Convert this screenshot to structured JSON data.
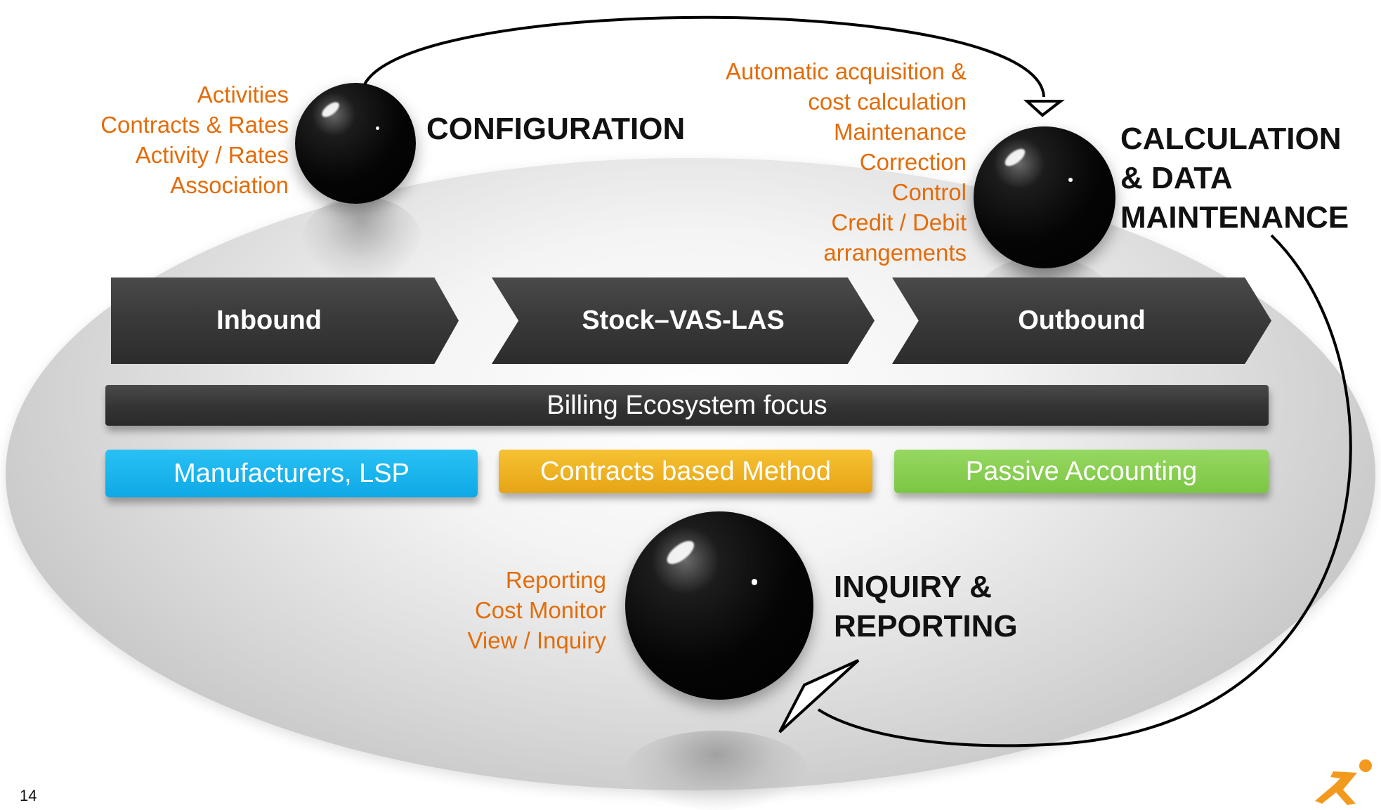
{
  "config": {
    "heading": "CONFIGURATION",
    "items": [
      "Activities",
      "Contracts & Rates",
      "Activity / Rates",
      "Association"
    ]
  },
  "calculation": {
    "heading_lines": [
      "CALCULATION",
      "& DATA",
      "MAINTENANCE"
    ],
    "items": [
      "Automatic acquisition &",
      "cost calculation",
      "Maintenance",
      "Correction",
      "Control",
      "Credit / Debit",
      "arrangements"
    ]
  },
  "inquiry": {
    "heading_lines": [
      "INQUIRY &",
      "REPORTING"
    ],
    "items": [
      "Reporting",
      "Cost Monitor",
      "View / Inquiry"
    ]
  },
  "process": {
    "steps": [
      "Inbound",
      "Stock–VAS-LAS",
      "Outbound"
    ]
  },
  "focus_bar": "Billing Ecosystem focus",
  "pillars": [
    "Manufacturers, LSP",
    "Contracts based Method",
    "Passive Accounting"
  ],
  "page_number": "14",
  "colors": {
    "orange_text": "#e36c0a",
    "blue": "#12aeea",
    "yellow": "#eeae1d",
    "green": "#87cf50",
    "dark_bar": "#3a3a3a"
  },
  "icons": {
    "logo": "running-figure-logo"
  }
}
